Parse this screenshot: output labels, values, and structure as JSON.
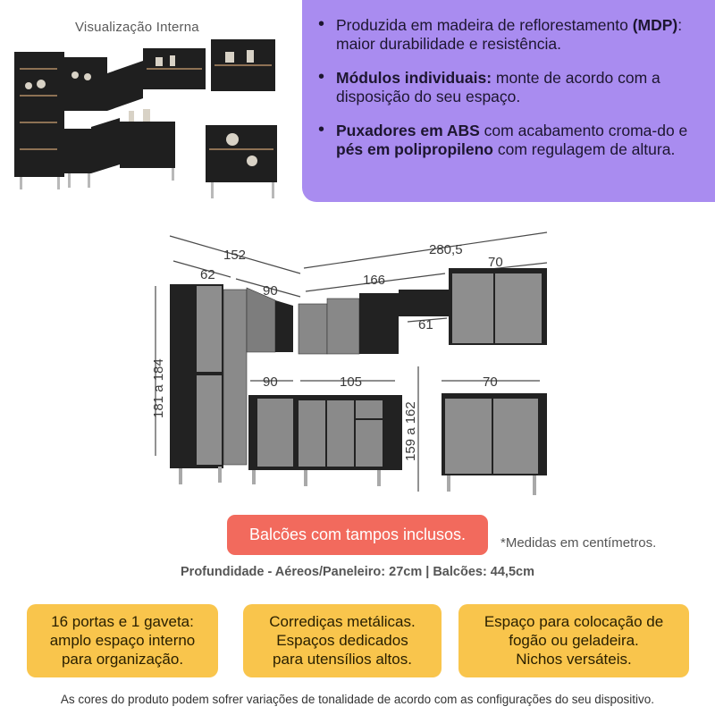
{
  "internal_view": {
    "title": "Visualização Interna"
  },
  "features": [
    {
      "bold_lead": "",
      "text_a": "Produzida em madeira de reflorestamento ",
      "bold_mid": "(MDP)",
      "text_b": ": maior durabilidade e resistência."
    },
    {
      "bold_lead": "Módulos individuais:",
      "text_a": " monte de acordo com a disposição do seu espaço.",
      "bold_mid": "",
      "text_b": ""
    },
    {
      "bold_lead": "Puxadores em ABS",
      "text_a": " com acabamento croma-do e ",
      "bold_mid": "pés em polipropileno",
      "text_b": " com regulagem de altura."
    }
  ],
  "dimensions": {
    "total_left": "152",
    "total_right": "280,5",
    "upper_corner_tall": "62",
    "upper_corner": "90",
    "upper_middle": "166",
    "upper_right": "70",
    "niche": "61",
    "lower_corner": "90",
    "lower_middle": "105",
    "lower_right": "70",
    "height_tall": "181 a 184",
    "height_counter": "159 a 162"
  },
  "tops_label": "Balcões com tampos inclusos.",
  "measures_note": "*Medidas em centímetros.",
  "depth_note": "Profundidade - Aéreos/Paneleiro: 27cm | Balcões: 44,5cm",
  "cards": [
    {
      "line1": "16 portas e 1 gaveta:",
      "line2": "amplo espaço interno",
      "line3": "para organização."
    },
    {
      "line1": "Corrediças metálicas.",
      "line2": "Espaços dedicados",
      "line3": "para utensílios altos."
    },
    {
      "line1": "Espaço para colocação de",
      "line2": "fogão ou geladeira.",
      "line3": "Nichos versáteis."
    }
  ],
  "colors": {
    "features_bg": "#a98cf0",
    "tops_pill": "#f26a5d",
    "cards_bg": "#f9c54c",
    "cabinet_body": "#222222",
    "cabinet_door": "#8e8e8e"
  },
  "disclaimer": "As cores do produto podem sofrer variações de tonalidade de acordo com as configurações do seu dispositivo."
}
